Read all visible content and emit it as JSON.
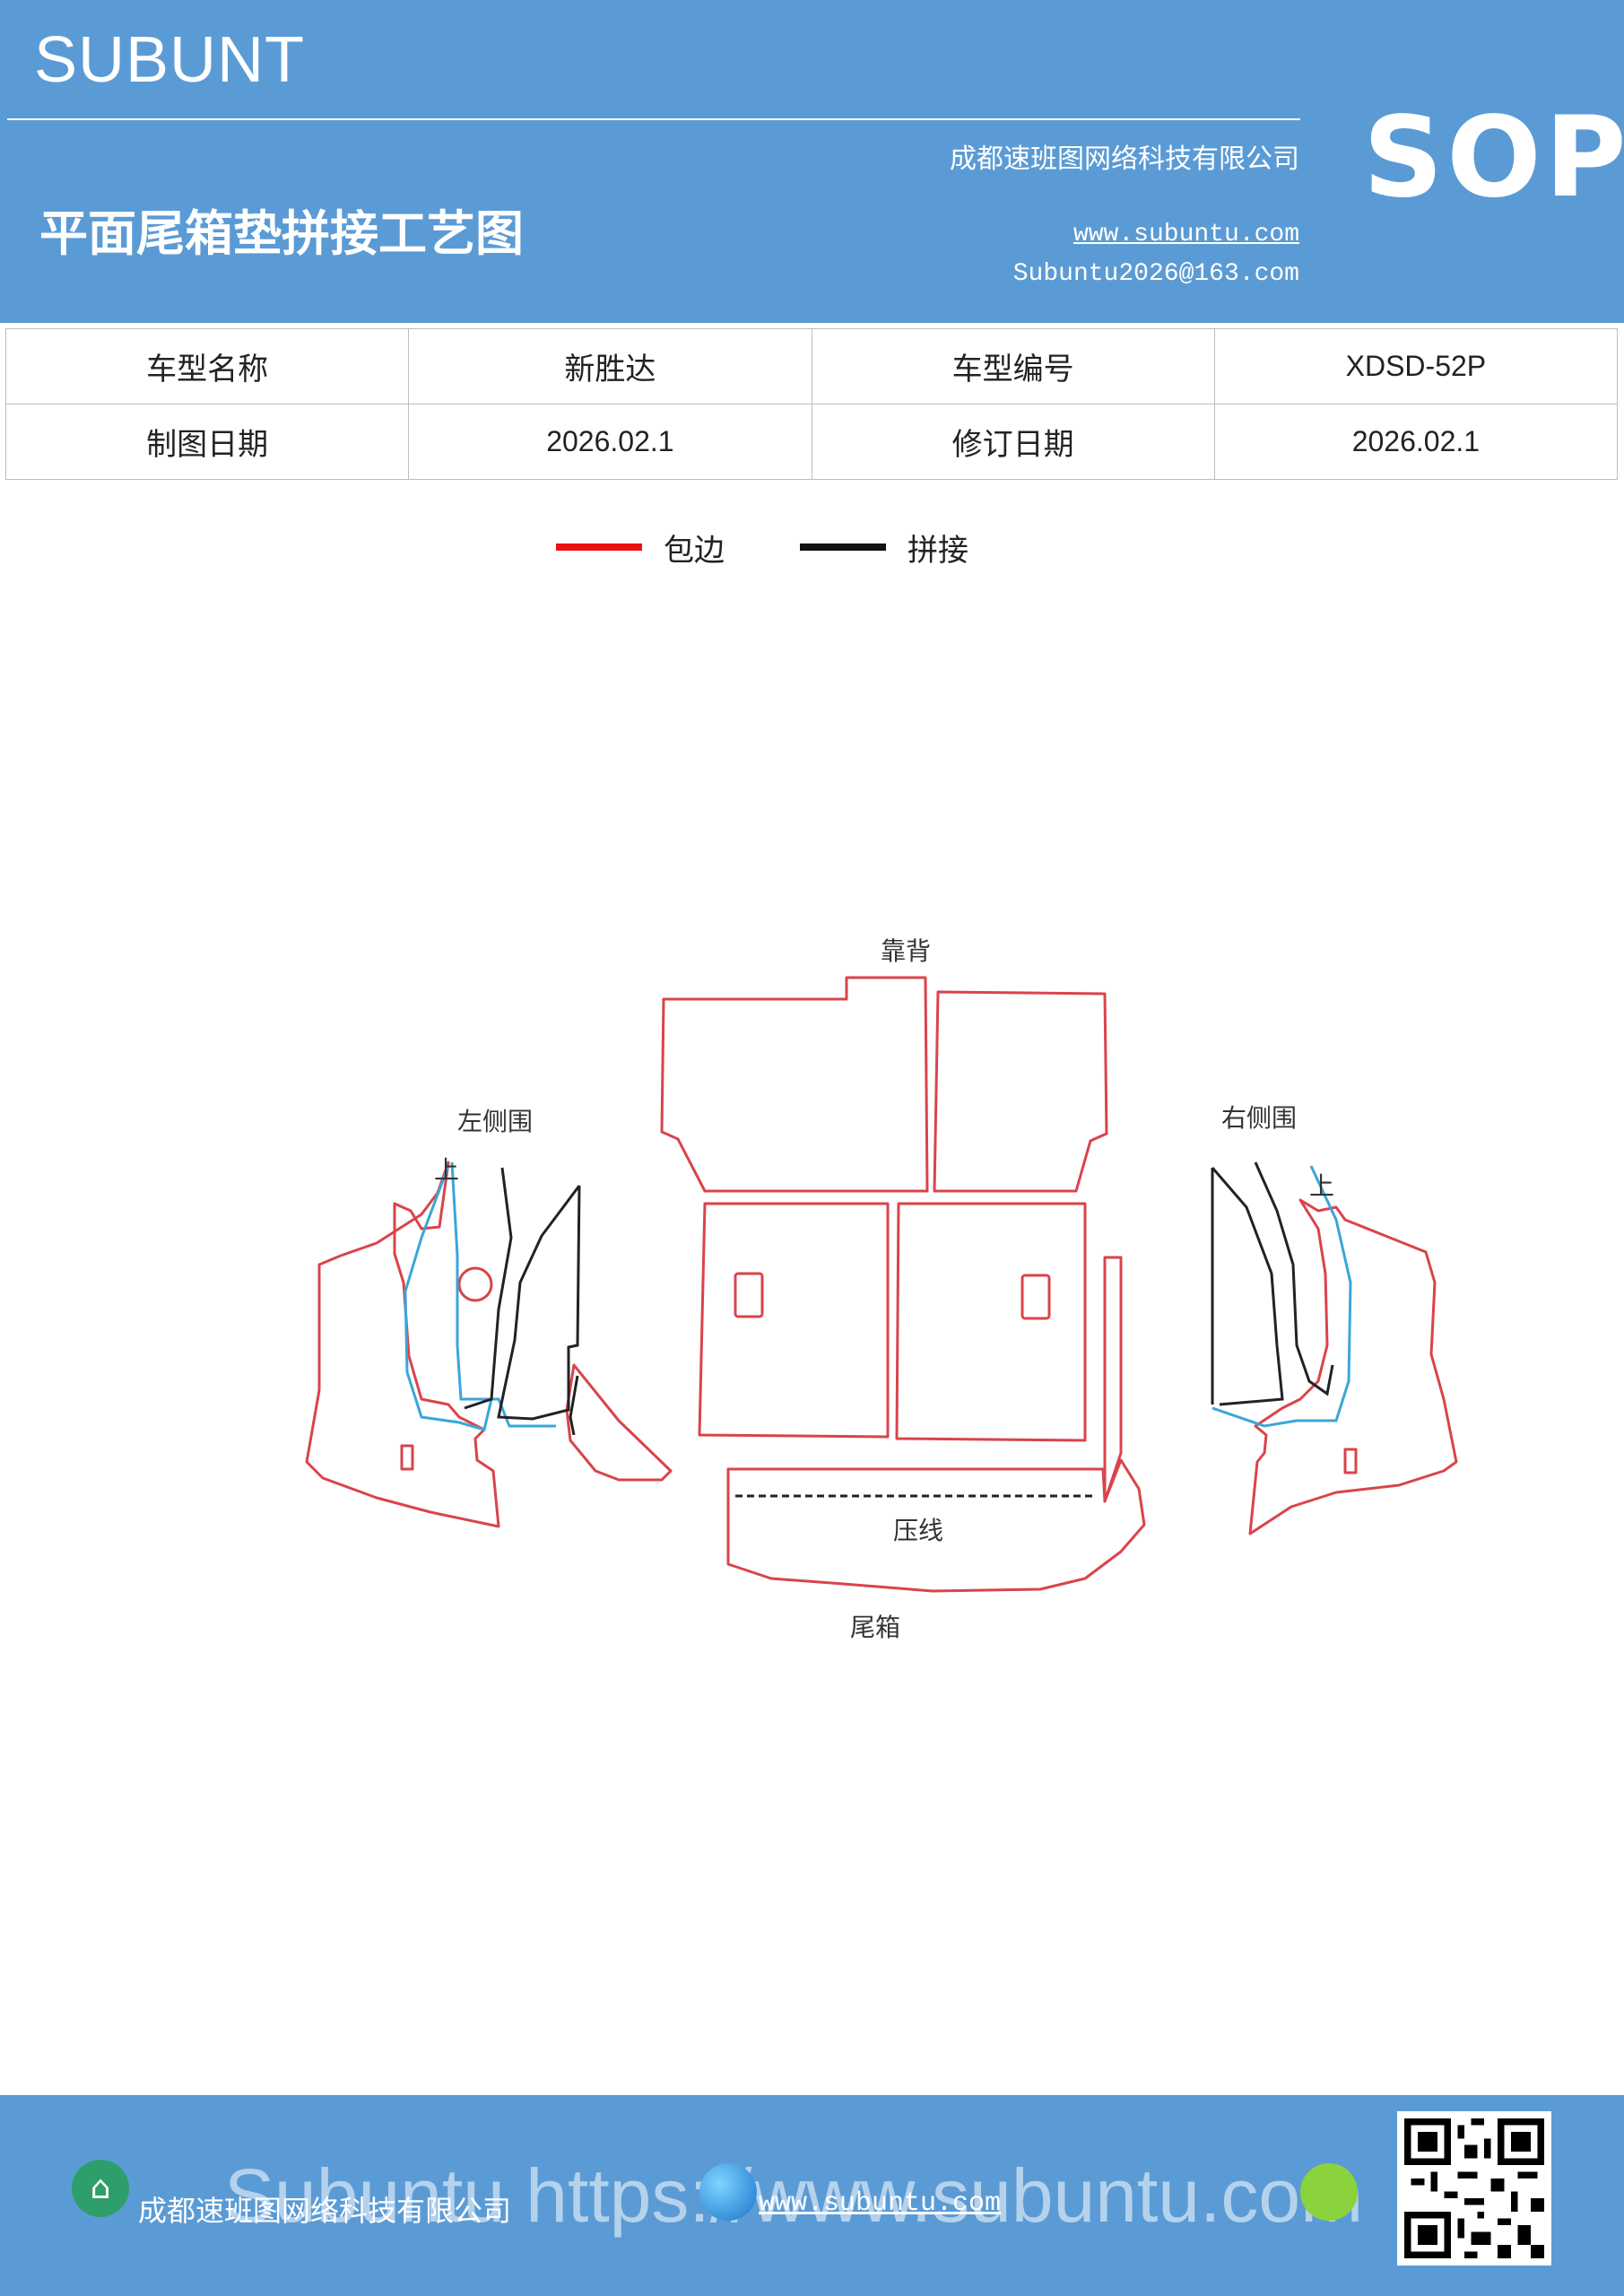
{
  "header": {
    "brand": "SUBUNT",
    "title": "平面尾箱垫拼接工艺图",
    "company": "成都速班图网络科技有限公司",
    "website": "www.subuntu.com",
    "email": "Subuntu2026@163.com",
    "badge": "SOP"
  },
  "info": {
    "model_name_label": "车型名称",
    "model_name": "新胜达",
    "model_code_label": "车型编号",
    "model_code": "XDSD-52P",
    "draw_date_label": "制图日期",
    "draw_date": "2026.02.1",
    "revise_date_label": "修订日期",
    "revise_date": "2026.02.1"
  },
  "legend": {
    "items": [
      {
        "label": "包边",
        "color": "#ee1111"
      },
      {
        "label": "拼接",
        "color": "#111111"
      }
    ]
  },
  "diagram": {
    "labels": {
      "backrest": "靠背",
      "left_side": "左侧围",
      "right_side": "右侧围",
      "up_left": "上",
      "up_right": "上",
      "crease": "压线",
      "trunk": "尾箱"
    },
    "colors": {
      "edge": "#d9444a",
      "seam": "#222222",
      "blue": "#3aa6d8"
    }
  },
  "footer": {
    "company": "成都速班图网络科技有限公司",
    "website": "www.subuntu.com",
    "watermark": "Subuntu https://www.subuntu.com"
  }
}
